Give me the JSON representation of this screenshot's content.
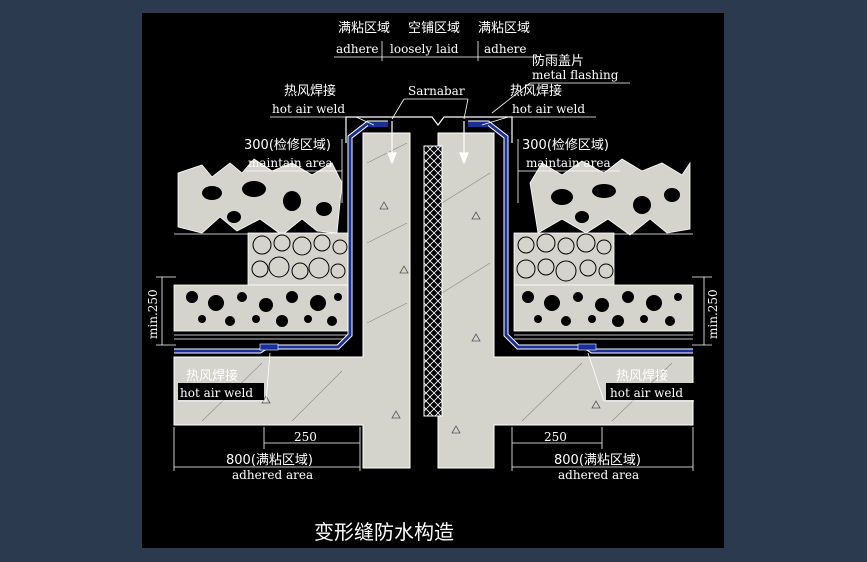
{
  "labels": {
    "top_left_cn": "满粘区域",
    "top_mid_cn": "空铺区域",
    "top_right_cn": "满粘区域",
    "adhere_left": "adhere",
    "loosely_laid": "loosely laid",
    "adhere_right": "adhere",
    "metal_flashing_cn": "防雨盖片",
    "metal_flashing_en": "metal flashing",
    "sarnabar": "Sarnabar",
    "hot_air_weld_cn": "热风焊接",
    "hot_air_weld_en": "hot air weld",
    "maintain_cn": "300(检修区域)",
    "maintain_en": "maintain area",
    "min250": "min.250",
    "dim250": "250",
    "dim800_cn": "800(满粘区域)",
    "adhered_area": "adhered area",
    "title": "变形缝防水构造"
  },
  "colors": {
    "background": "#2b3a4f",
    "drawing": "#000000",
    "concrete": "#d4d4cc",
    "membrane": "#1b2f9a",
    "line": "#ffffff"
  }
}
